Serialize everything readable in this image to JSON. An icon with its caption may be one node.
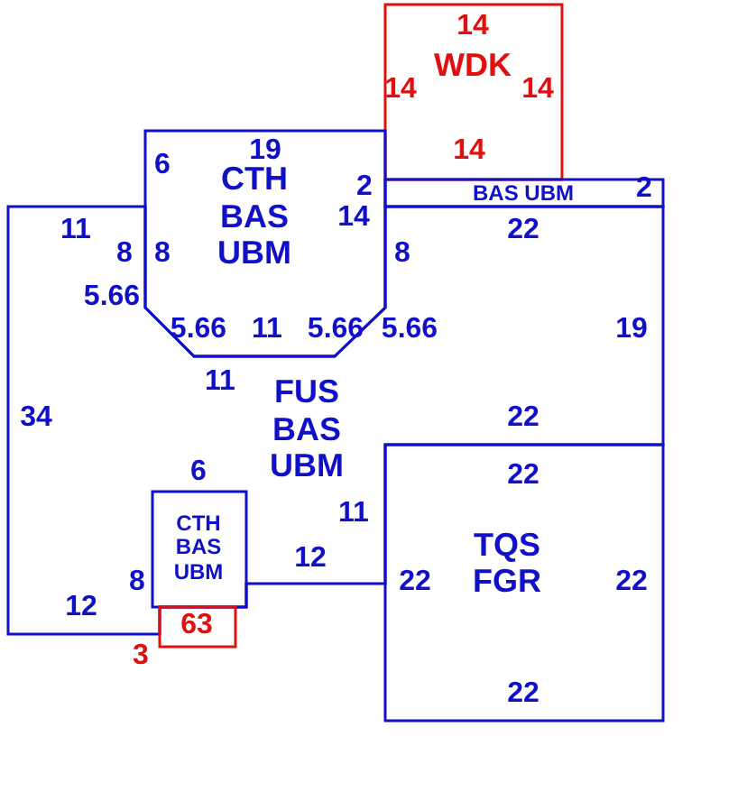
{
  "diagram": {
    "nodes": [
      {
        "text": [
          "WDK"
        ]
      },
      {
        "text": [
          "CTH BAS UBM"
        ]
      },
      {
        "text": [
          "BAS UBM"
        ]
      },
      {
        "text": [
          "FUS BAS UBM"
        ]
      },
      {
        "text": [
          "CTH BAS UBM"
        ],
        "in": 3
      },
      {
        "text": [],
        "shape": "box"
      },
      {
        "text": [
          "TQS FGR"
        ]
      }
    ],
    "labels": [
      "14",
      "14",
      "14",
      "19",
      "6",
      "14",
      "2",
      "2",
      "14",
      "11",
      "22",
      "8",
      "8",
      "8",
      "5.66",
      "5.66",
      "11",
      "5.66",
      "5.66",
      "19",
      "11",
      "34",
      "22",
      "6",
      "22",
      "11",
      "12",
      "8",
      "22",
      "22",
      "12",
      "3",
      "63",
      "22"
    ]
  }
}
